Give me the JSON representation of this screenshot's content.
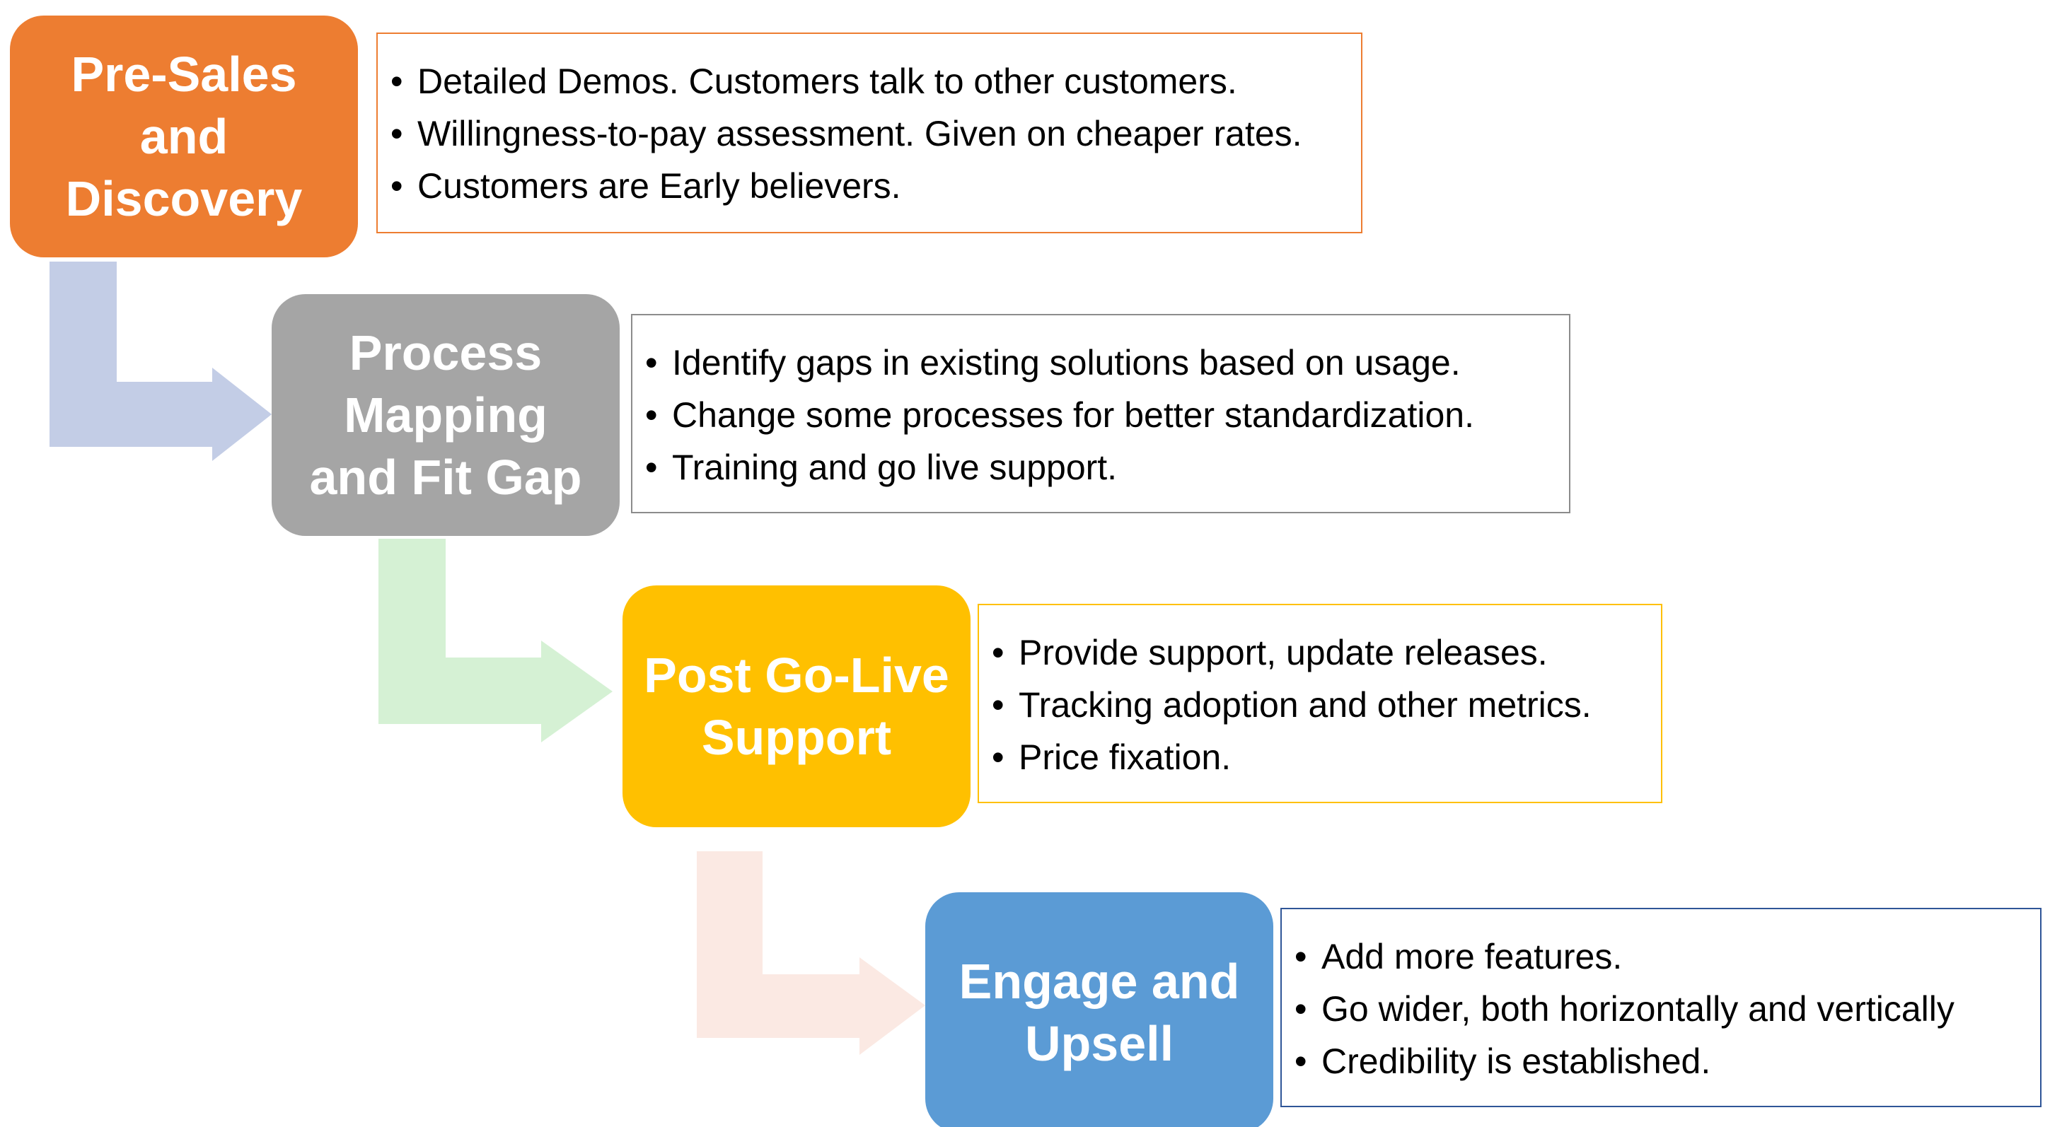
{
  "stages": [
    {
      "title": "Pre-Sales\nand\nDiscovery",
      "color": "#ED7D31",
      "border_color": "#ED7D31",
      "bullets": [
        "Detailed Demos. Customers talk to other customers.",
        "Willingness-to-pay assessment. Given on cheaper rates.",
        "Customers are Early believers."
      ]
    },
    {
      "title": "Process\nMapping\nand Fit Gap",
      "color": "#A5A5A5",
      "border_color": "#8C8C8C",
      "bullets": [
        "Identify gaps in existing solutions based on usage.",
        "Change some processes for better standardization.",
        "Training and go live support."
      ]
    },
    {
      "title": "Post Go-Live\nSupport",
      "color": "#FFC000",
      "border_color": "#FFC000",
      "bullets": [
        "Provide support, update releases.",
        "Tracking adoption and other metrics.",
        "Price fixation."
      ]
    },
    {
      "title": "Engage and\nUpsell",
      "color": "#5B9BD5",
      "border_color": "#2F5597",
      "bullets": [
        "Add more features.",
        "Go wider, both horizontally and vertically",
        "Credibility is established."
      ]
    }
  ],
  "bullet_glyph": "•",
  "connector_colors": [
    "#C3CDE6",
    "#D5F1D4",
    "#FBE9E3"
  ]
}
